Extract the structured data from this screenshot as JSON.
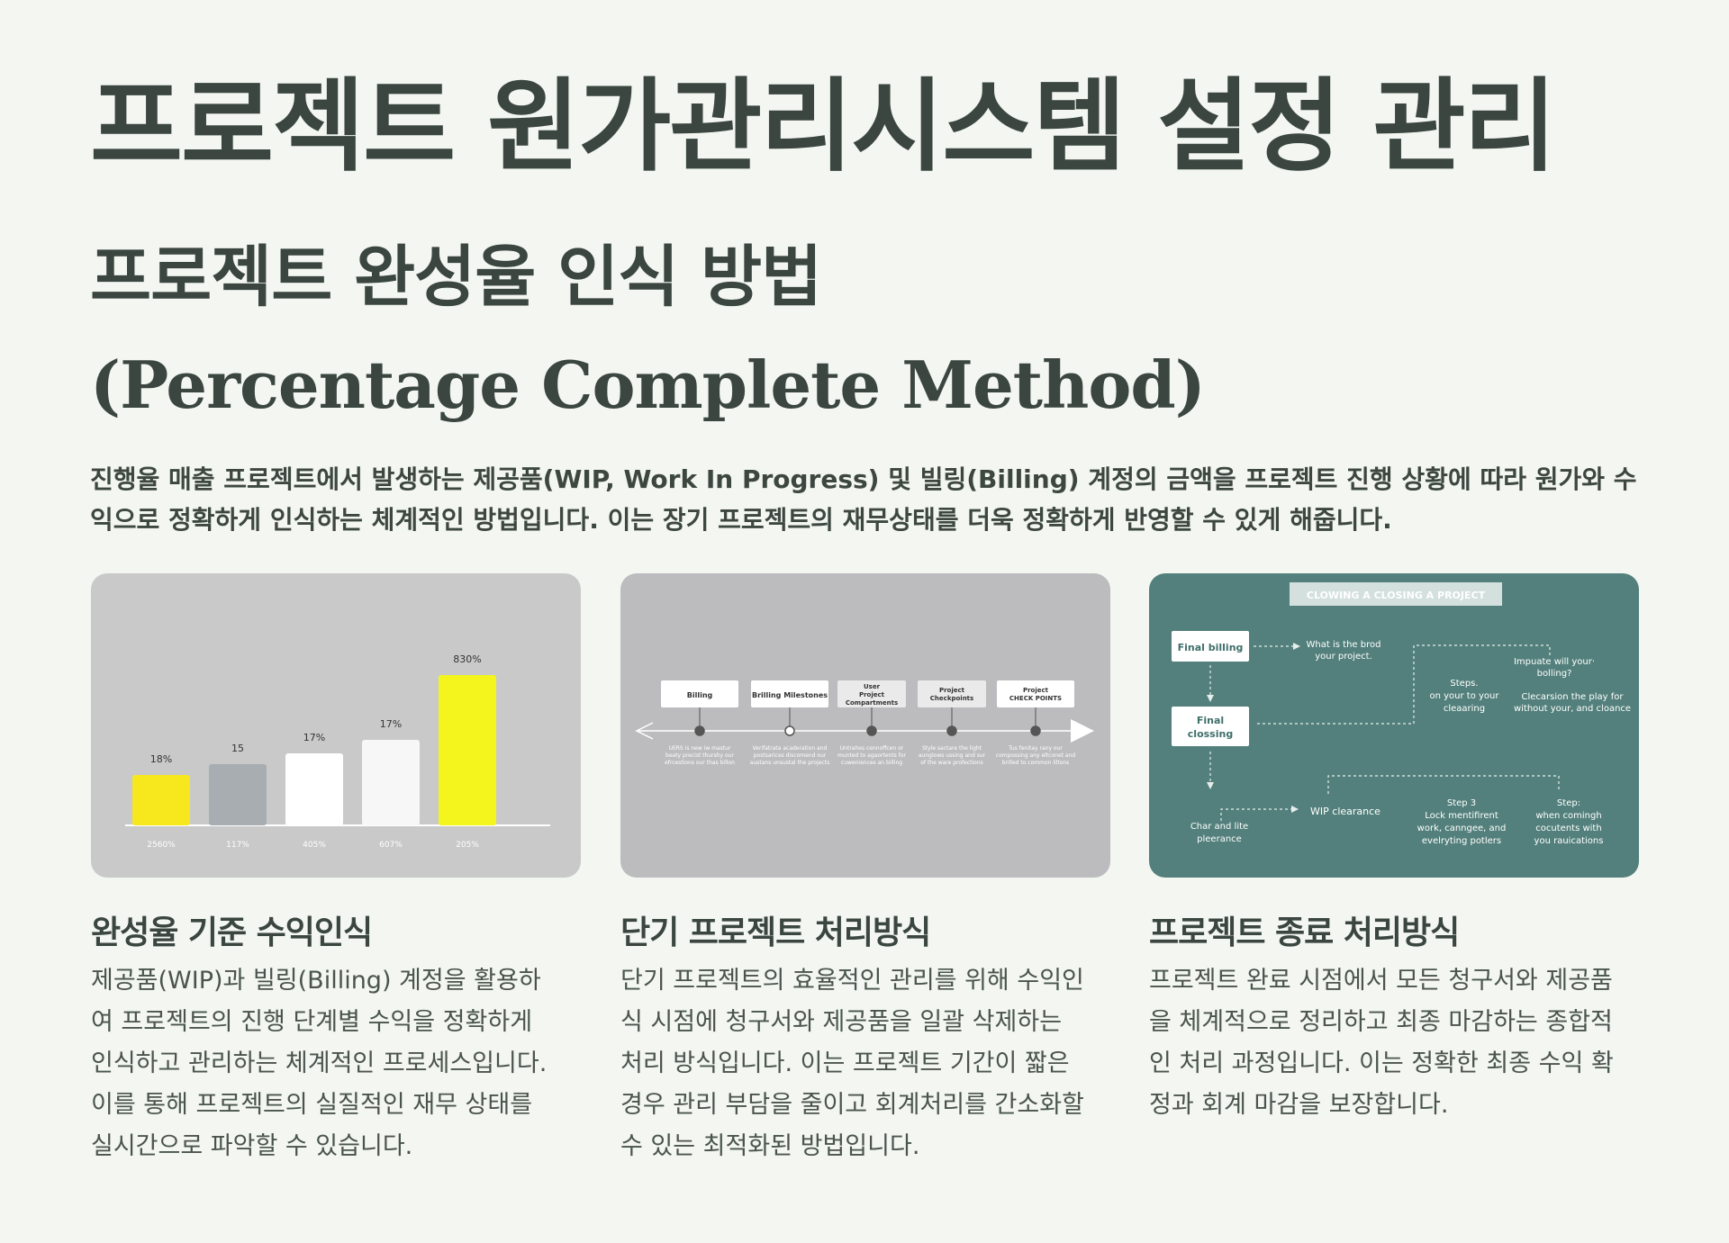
{
  "page": {
    "title": "프로젝트 원가관리시스템 설정 관리",
    "subtitle_ko": "프로젝트 완성율 인식 방법",
    "subtitle_en": "(Percentage Complete Method)",
    "intro": "진행율 매출 프로젝트에서 발생하는 제공품(WIP, Work In Progress) 및 빌링(Billing) 계정의 금액을 프로젝트 진행 상황에 따라 원가와 수익으로 정확하게 인식하는 체계적인 방법입니다. 이는 장기 프로젝트의 재무상태를 더욱 정확하게 반영할 수 있게 해줍니다."
  },
  "columns": [
    {
      "title": "완성율 기준 수익인식",
      "body": "제공품(WIP)과 빌링(Billing) 계정을 활용하여 프로젝트의 진행 단계별 수익을 정확하게 인식하고 관리하는 체계적인 프로세스입니다. 이를 통해 프로젝트의 실질적인 재무 상태를 실시간으로 파악할 수 있습니다."
    },
    {
      "title": "단기 프로젝트 처리방식",
      "body": "단기 프로젝트의 효율적인 관리를 위해 수익인식 시점에 청구서와 제공품을 일괄 삭제하는 처리 방식입니다. 이는 프로젝트 기간이 짧은 경우 관리 부담을 줄이고 회계처리를 간소화할 수 있는 최적화된 방법입니다."
    },
    {
      "title": "프로젝트 종료 처리방식",
      "body": "프로젝트 완료 시점에서 모든 청구서와 제공품을 체계적으로 정리하고 최종 마감하는 종합적인 처리 과정입니다. 이는 정확한 최종 수익 확정과 회계 마감을 보장합니다."
    }
  ],
  "chart_data": {
    "type": "bar",
    "title": "",
    "xlabel": "",
    "ylabel": "",
    "categories": [
      "2560%",
      "117%",
      "405%",
      "607%",
      "205%"
    ],
    "values": [
      18,
      15,
      17,
      17,
      830
    ],
    "value_labels": [
      "18%",
      "15",
      "17%",
      "17%",
      "830%"
    ],
    "bar_colors": [
      "#f7e81e",
      "#a7adb1",
      "#ffffff",
      "#f7f7f7",
      "#f3f51c"
    ],
    "legend": "none",
    "grid": false
  },
  "timeline": {
    "boxes": [
      {
        "line1": "Billing",
        "line2": "",
        "line3": ""
      },
      {
        "line1": "Brilling Milestones",
        "line2": "",
        "line3": ""
      },
      {
        "line1": "User",
        "line2": "Project",
        "line3": "Compartments"
      },
      {
        "line1": "Project",
        "line2": "Checkpoints",
        "line3": ""
      },
      {
        "line1": "Project",
        "line2": "CHECK POINTS",
        "line3": ""
      }
    ],
    "captions": [
      {
        "l1": "UERS is new iw mastur",
        "l2": "beaty precist thurshy our",
        "l3": "efrcestions our thas billon"
      },
      {
        "l1": "Verifatrata acaderation and",
        "l2": "postsarices discomend our",
        "l3": "austans unsustal the projects"
      },
      {
        "l1": "Untrahes cennoffcen or",
        "l2": "munted to agaortents for",
        "l3": "cuweniences an billing"
      },
      {
        "l1": "Style sactare the light",
        "l2": "aunglows ussing and sur",
        "l3": "of the ware profections"
      },
      {
        "l1": "Tus fenitay rany our",
        "l2": "compossing any eltconet and",
        "l3": "brilled to common liltons"
      }
    ]
  },
  "flow": {
    "header": "CLOWING A CLOSING A PROJECT",
    "final_billing": "Final billing",
    "final_closing_1": "Final",
    "final_closing_2": "clossing",
    "q1": "What is  the brod",
    "q1b": "your project.",
    "steps_1": "Steps.",
    "steps_2": "on your to your",
    "steps_3": "cleaaring",
    "impuate_1": "Impuate will your·",
    "impuate_2": "bolling?",
    "clec_1": "Clecarsion the play for",
    "clec_2": "without your, and cloance",
    "char_1": "Char and lite",
    "char_2": "pleerance",
    "wip": "WIP clearance",
    "step3_1": "Step 3",
    "step3_2": "Lock mentifirent",
    "step3_3": "work, canngee, and",
    "step3_4": "evelryting potlers",
    "step_1": "Step:",
    "step_2": "when comingh",
    "step_3": "cocutents with",
    "step_4": "you rauications"
  }
}
